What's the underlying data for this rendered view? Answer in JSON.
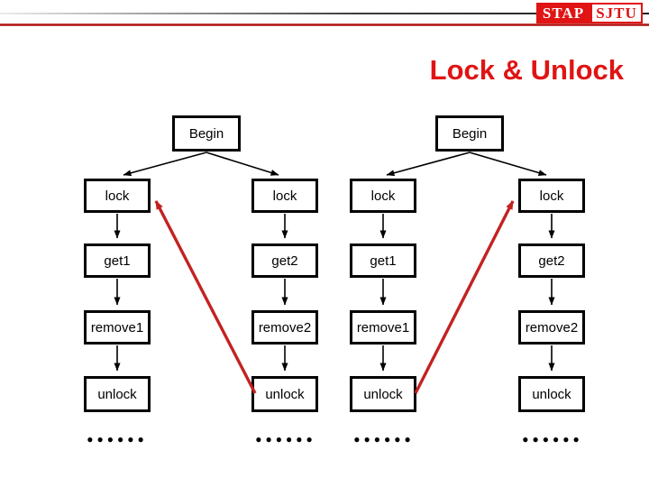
{
  "header": {
    "logo": {
      "stap": "STAP",
      "sjtu": "SJTU"
    }
  },
  "title": "Lock & Unlock",
  "diagram": {
    "begin_label": "Begin",
    "ellipsis": "●●●●●●",
    "columns": [
      {
        "steps": [
          "lock",
          "get1",
          "remove1",
          "unlock"
        ]
      },
      {
        "steps": [
          "lock",
          "get2",
          "remove2",
          "unlock"
        ]
      },
      {
        "steps": [
          "lock",
          "get1",
          "remove1",
          "unlock"
        ]
      },
      {
        "steps": [
          "lock",
          "get2",
          "remove2",
          "unlock"
        ]
      }
    ]
  },
  "colors": {
    "accent_red": "#e01414",
    "rule_red": "#b01212",
    "arrow_red": "#c32222",
    "box_border": "#000000"
  }
}
